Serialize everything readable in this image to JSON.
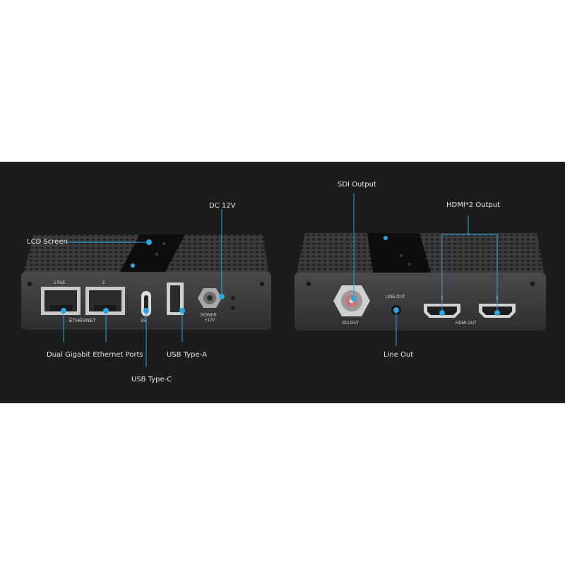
{
  "left_device": {
    "callouts": {
      "lcd_screen": "LCD Screen",
      "dc_12v": "DC 12V",
      "ethernet_ports": "Dual Gigabit Ethernet Ports",
      "usb_type_a": "USB Type-A",
      "usb_type_c": "USB Type-C"
    },
    "panel_labels": {
      "port1": "1  PoE",
      "port2": "2",
      "ethernet": "ETHERNET",
      "usb_c_mark": "SS",
      "power": "POWER",
      "power_voltage": "+12V"
    }
  },
  "right_device": {
    "callouts": {
      "sdi_output": "SDI Output",
      "hdmi_output": "HDMI*2 Output",
      "line_out": "Line Out"
    },
    "panel_labels": {
      "sdi_out": "SDI OUT",
      "line_out": "LINE OUT",
      "hdmi1": "1",
      "hdmi2": "2",
      "hdmi_out": "HDMI OUT"
    }
  },
  "colors": {
    "banner": "#1c1c1c",
    "device_body": "#3a3a3c",
    "callout_line": "#2aa7e0",
    "accent_dot": "#2aa7e0"
  }
}
